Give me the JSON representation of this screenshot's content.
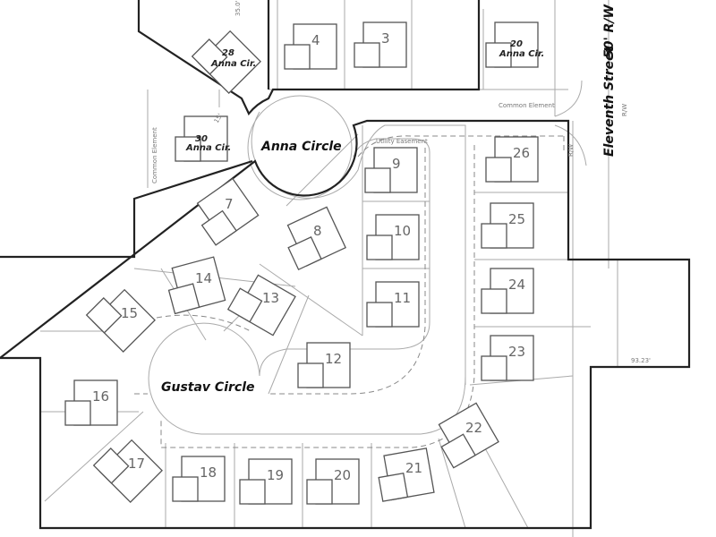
{
  "streets": {
    "anna": "Anna Circle",
    "gustav": "Gustav Circle",
    "eleventh": "Eleventh Street",
    "eleventh_row": "50' R/W"
  },
  "annotations": {
    "utility_easement": "Utility Easement",
    "common_element_top": "Common Element",
    "common_element_left": "Common Element",
    "rw_1": "R/W",
    "rw_2": "R/W",
    "dimension": "93.23'",
    "dim_top": "35.0'",
    "dim_15": "15'"
  },
  "addresses": [
    {
      "number": "28",
      "street": "Anna Cir."
    },
    {
      "number": "30",
      "street": "Anna Cir."
    },
    {
      "number": "20",
      "street": "Anna Cir."
    }
  ],
  "lots": [
    "3",
    "4",
    "7",
    "8",
    "9",
    "10",
    "11",
    "12",
    "13",
    "14",
    "15",
    "16",
    "17",
    "18",
    "19",
    "20",
    "21",
    "22",
    "23",
    "24",
    "25",
    "26"
  ],
  "colors": {
    "boundary": "#222222",
    "lines": "#aaaaaa",
    "houses": "#555555"
  }
}
